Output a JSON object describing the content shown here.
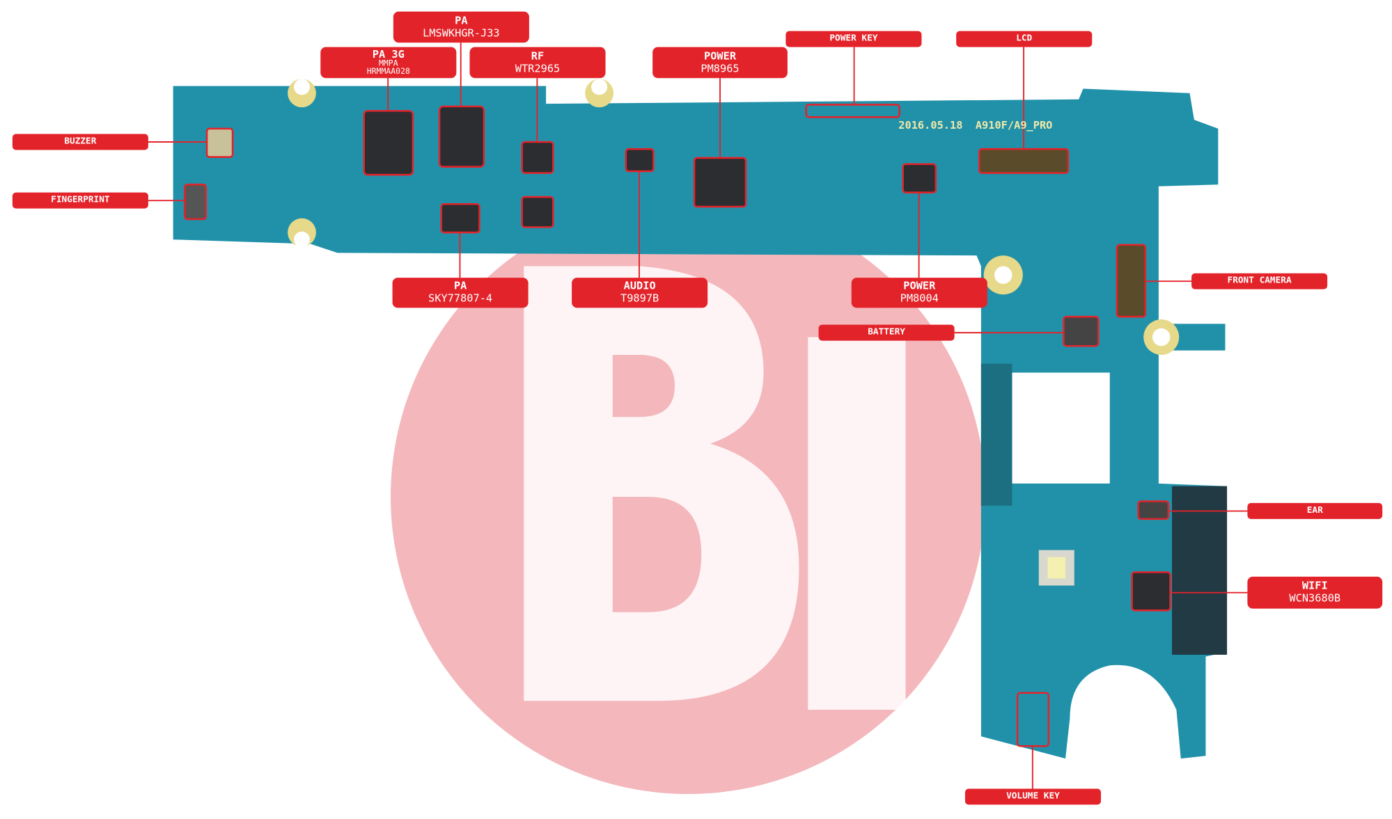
{
  "board_marking": "2016.05.18  A910F/A9_PRO",
  "colors": {
    "label_bg": "#e3232a",
    "board": "#2191a9",
    "watermark": "#f4b7bc"
  },
  "labels": {
    "pa_lms": {
      "title": "PA",
      "part": "LMSWKHGR-J33"
    },
    "pa_3g": {
      "title": "PA 3G",
      "sub": "MMPA",
      "part": "HRMMAA028"
    },
    "rf": {
      "title": "RF",
      "part": "WTR2965"
    },
    "power_pm8965": {
      "title": "POWER",
      "part": "PM8965"
    },
    "power_key": {
      "title": "POWER KEY"
    },
    "lcd": {
      "title": "LCD"
    },
    "buzzer": {
      "title": "BUZZER"
    },
    "fingerprint": {
      "title": "FINGERPRINT"
    },
    "pa_sky": {
      "title": "PA",
      "part": "SKY77807-4"
    },
    "audio": {
      "title": "AUDIO",
      "part": "T9897B"
    },
    "power_pm8004": {
      "title": "POWER",
      "part": "PM8004"
    },
    "front_camera": {
      "title": "FRONT CAMERA"
    },
    "battery": {
      "title": "BATTERY"
    },
    "ear": {
      "title": "EAR"
    },
    "wifi": {
      "title": "WIFI",
      "part": "WCN3680B"
    },
    "volume_key": {
      "title": "VOLUME KEY"
    }
  }
}
